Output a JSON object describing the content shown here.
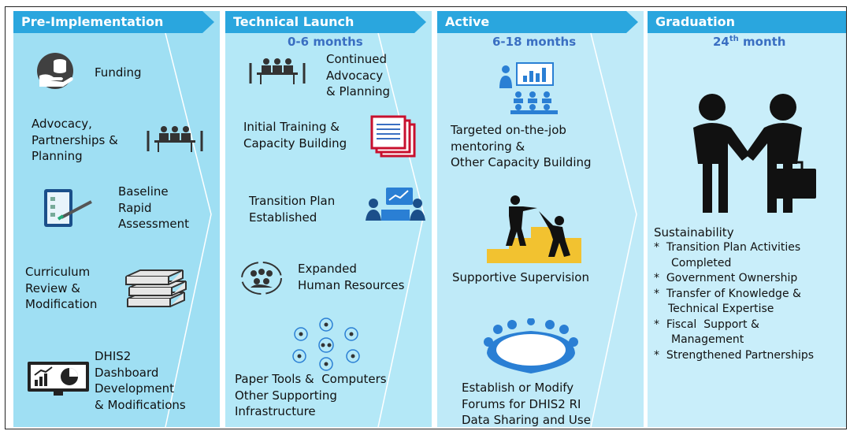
{
  "phases": [
    {
      "title": "Pre-Implementation",
      "period": ""
    },
    {
      "title": "Technical Launch",
      "period": "0-6 months"
    },
    {
      "title": "Active",
      "period": "6-18 months"
    },
    {
      "title": "Graduation",
      "period_num": "24",
      "period_sup": "th",
      "period_rest": " month"
    }
  ],
  "pre": {
    "funding": "Funding",
    "advocacy": [
      "Advocacy,",
      "Partnerships &",
      "Planning"
    ],
    "baseline": [
      "Baseline",
      "Rapid",
      "Assessment"
    ],
    "curriculum": [
      "Curriculum",
      "Review &",
      "Modification"
    ],
    "dhis2": [
      "DHIS2",
      "Dashboard",
      "Development",
      "& Modifications"
    ]
  },
  "launch": {
    "continued": [
      "Continued",
      "Advocacy",
      "& Planning"
    ],
    "training": [
      "Initial Training &",
      "Capacity Building"
    ],
    "transition": [
      "Transition Plan",
      "Established"
    ],
    "expanded": [
      "Expanded",
      "Human Resources"
    ],
    "paper": [
      "Paper Tools &  Computers",
      "Other Supporting",
      "Infrastructure"
    ]
  },
  "active": {
    "mentoring": [
      "Targeted on-the-job",
      "mentoring &",
      "Other Capacity Building"
    ],
    "supervision": "Supportive Supervision",
    "forums": [
      "Establish or Modify",
      "Forums for DHIS2 RI",
      "Data Sharing and Use"
    ]
  },
  "graduation": {
    "heading": "Sustainability",
    "items": [
      [
        "Transition Plan Activities",
        "Completed"
      ],
      [
        "Government Ownership"
      ],
      [
        "Transfer of Knowledge &",
        "Technical Expertise"
      ],
      [
        "Fiscal  Support &",
        "Management"
      ],
      [
        "Strengthened Partnerships"
      ]
    ],
    "bullet": "*"
  }
}
